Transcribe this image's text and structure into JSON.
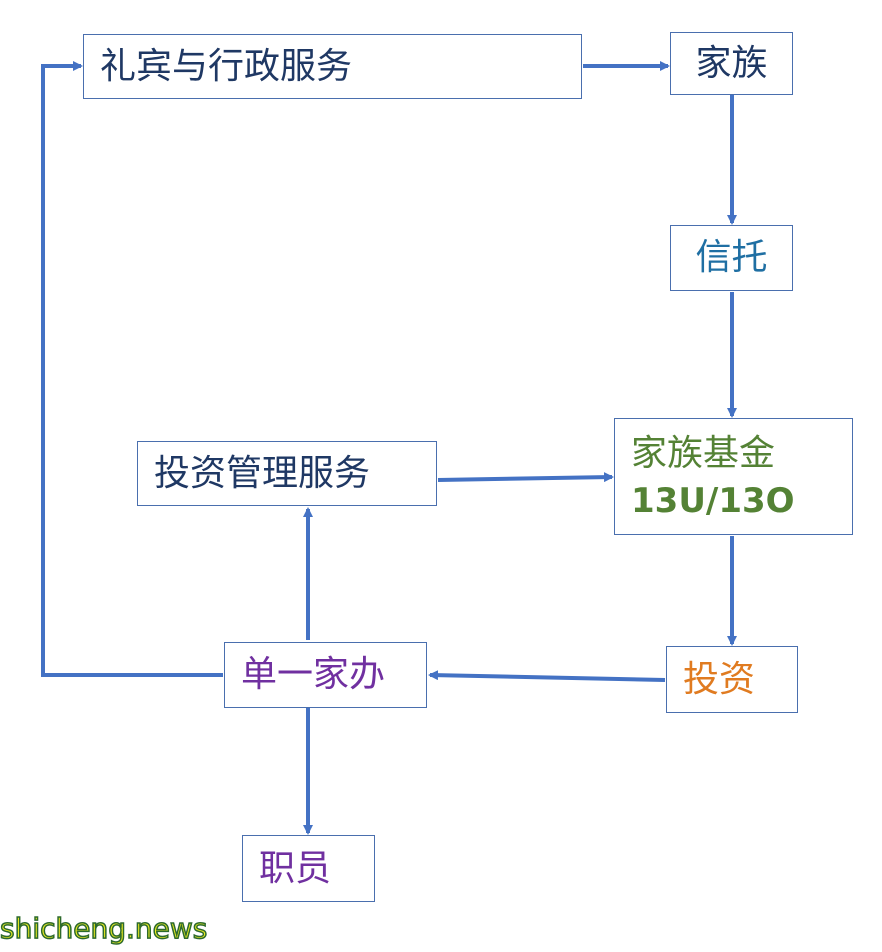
{
  "nodes": {
    "reception": {
      "label": "礼宾与行政服务",
      "color": "#1f3864"
    },
    "family": {
      "label": "家族",
      "color": "#1f3864"
    },
    "trust": {
      "label": "信托",
      "color": "#1f6fa3"
    },
    "fund": {
      "label": "家族基金",
      "sublabel": "13U/13O",
      "color": "#548235"
    },
    "investmgmt": {
      "label": "投资管理服务",
      "color": "#1f3864"
    },
    "invest": {
      "label": "投资",
      "color": "#e07b20"
    },
    "office": {
      "label": "单一家办",
      "color": "#7030a0"
    },
    "staff": {
      "label": "职员",
      "color": "#7030a0"
    }
  },
  "edges": [
    {
      "from": "reception",
      "to": "family"
    },
    {
      "from": "family",
      "to": "trust"
    },
    {
      "from": "trust",
      "to": "fund"
    },
    {
      "from": "investmgmt",
      "to": "fund"
    },
    {
      "from": "fund",
      "to": "invest"
    },
    {
      "from": "invest",
      "to": "office"
    },
    {
      "from": "office",
      "to": "investmgmt"
    },
    {
      "from": "office",
      "to": "reception"
    },
    {
      "from": "office",
      "to": "staff"
    }
  ],
  "edge_color": "#4472c4",
  "watermark": "shicheng.news"
}
